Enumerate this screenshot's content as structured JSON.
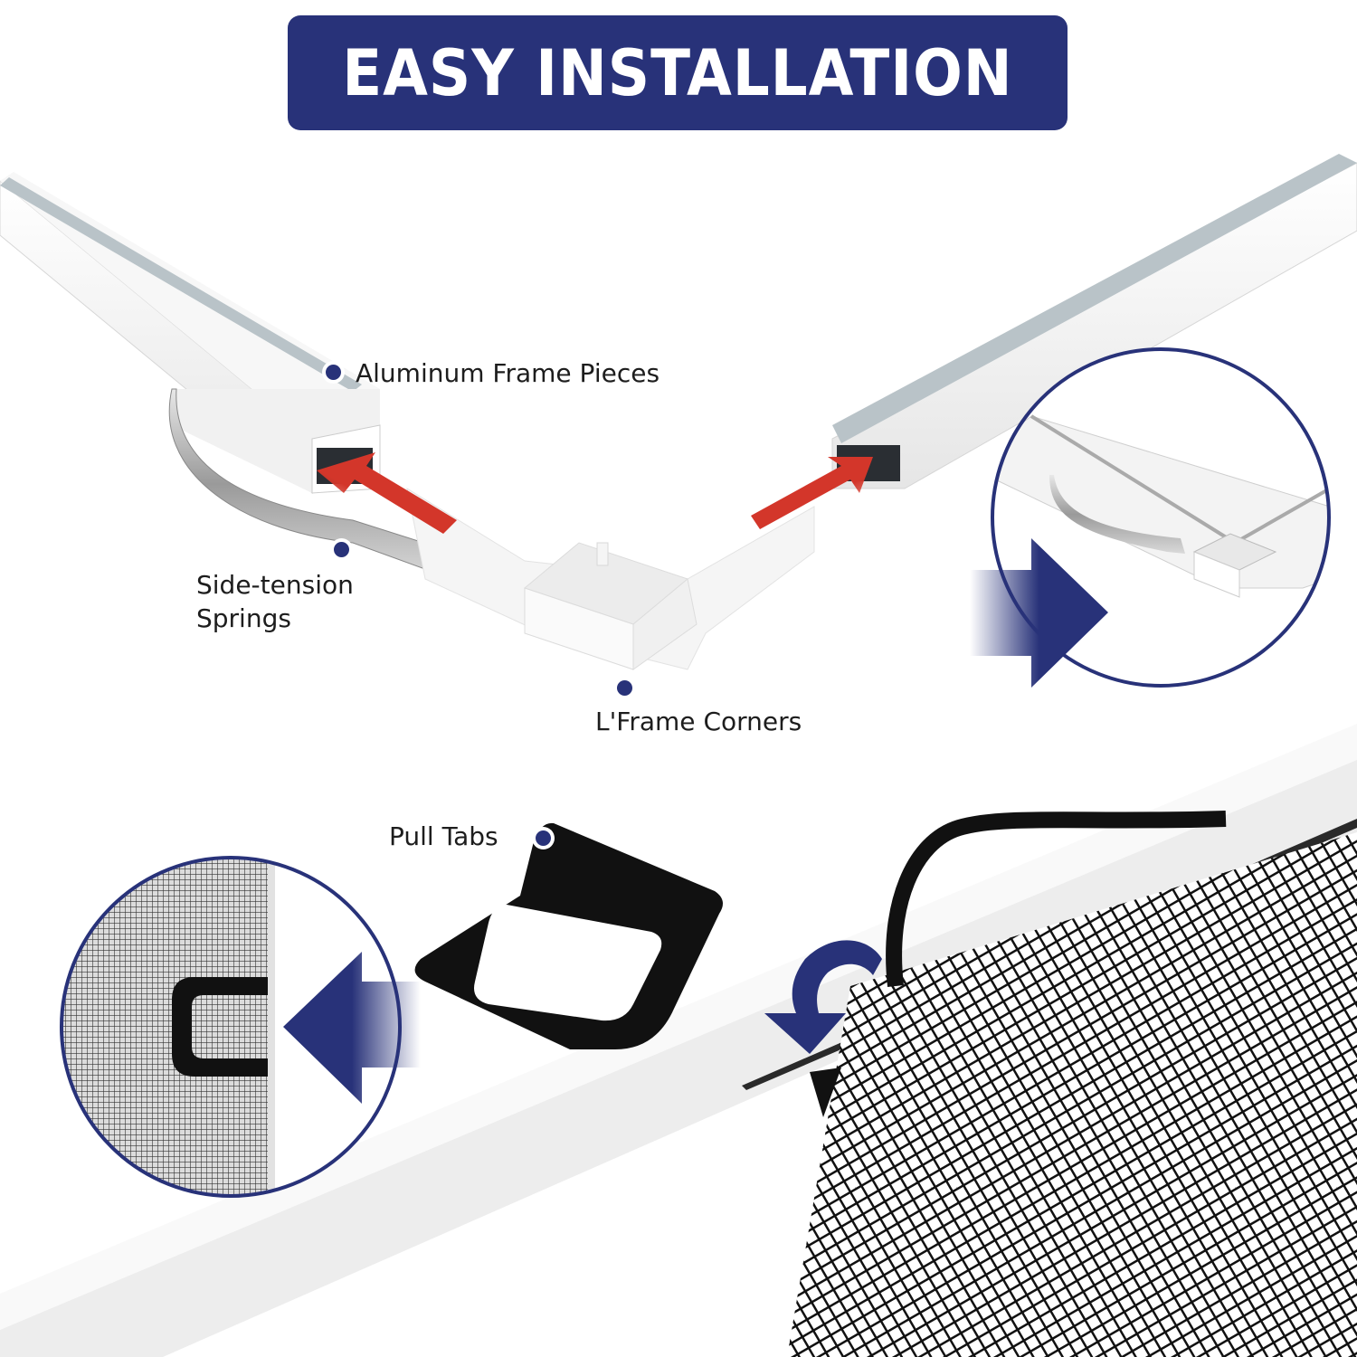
{
  "banner": {
    "title": "EASY INSTALLATION",
    "background": "#283279",
    "text_color": "#ffffff"
  },
  "callouts": [
    {
      "id": "aluminum-frame-pieces",
      "label": "Aluminum Frame Pieces"
    },
    {
      "id": "side-tension-springs",
      "label_line1": "Side-tension",
      "label_line2": "Springs"
    },
    {
      "id": "l-frame-corners",
      "label": "L'Frame Corners"
    },
    {
      "id": "pull-tabs",
      "label": "Pull Tabs"
    }
  ],
  "colors": {
    "accent_blue": "#283279",
    "arrow_red": "#d3362a",
    "mesh_black": "#111111",
    "frame_white": "#f4f4f4"
  }
}
